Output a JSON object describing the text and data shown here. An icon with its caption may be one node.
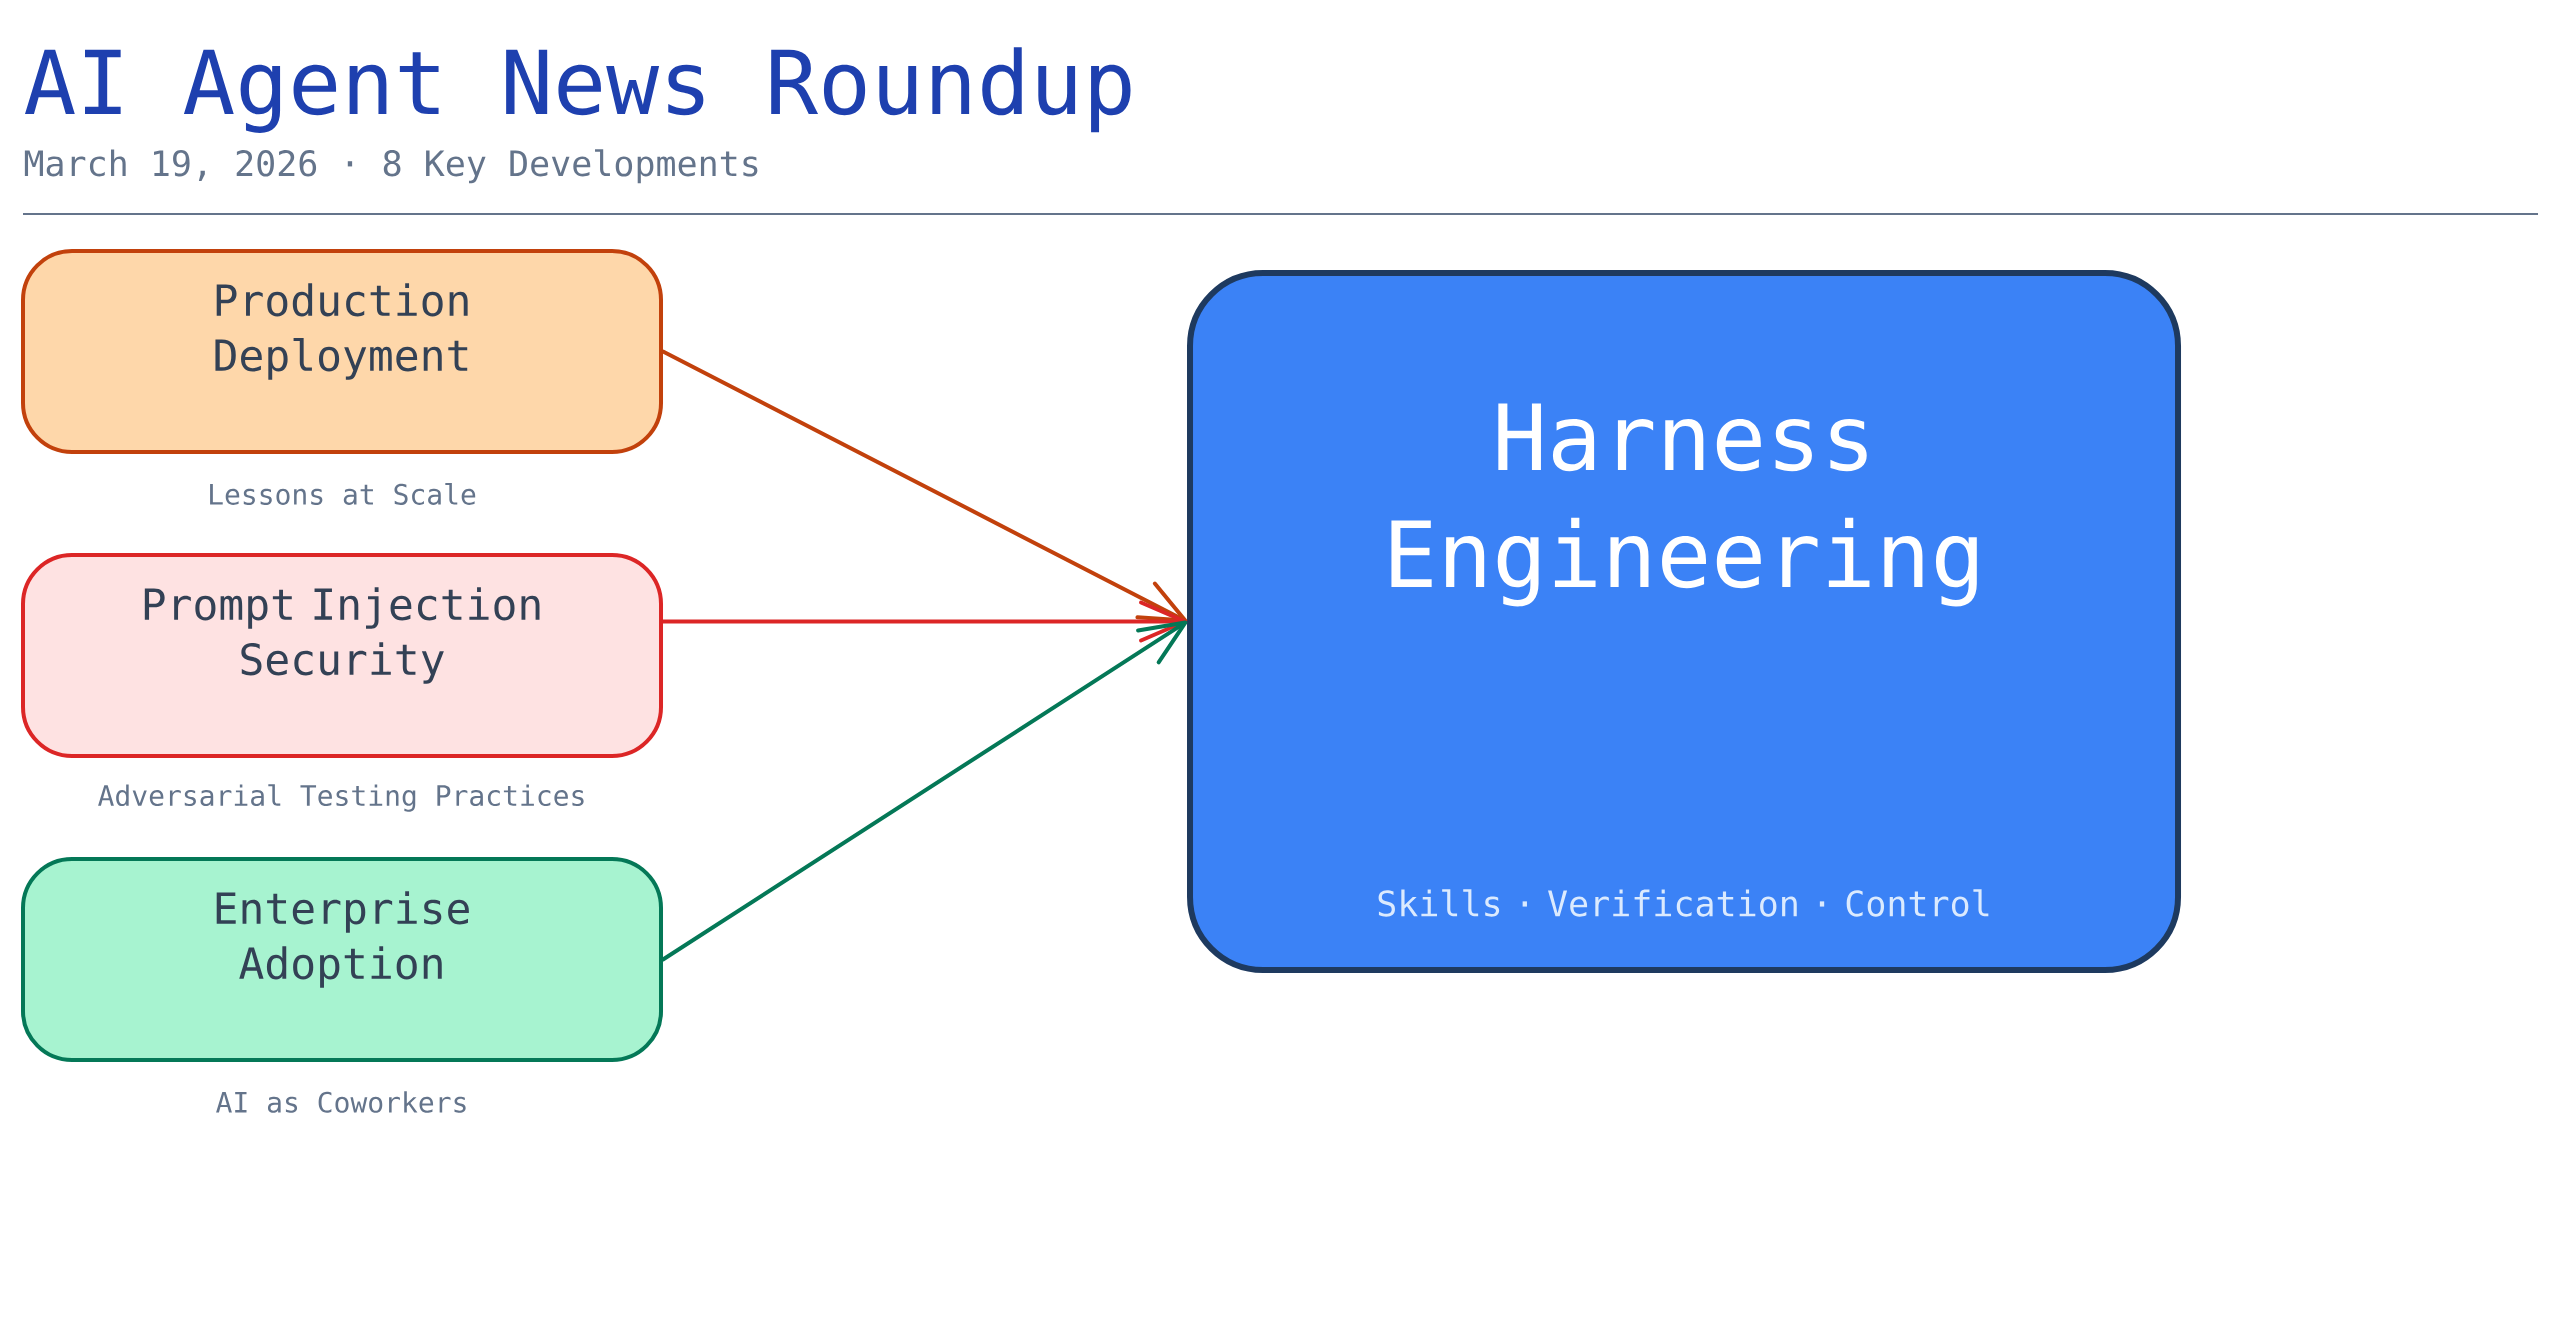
{
  "diagram": {
    "title": "AI Agent News Roundup",
    "nodes": [
      {
        "text": [
          "Production Deployment"
        ],
        "beside": [
          "Lessons at Scale"
        ]
      },
      {
        "text": [
          "Prompt Injection Security"
        ],
        "beside": [
          "Adversarial Testing Practices"
        ]
      },
      {
        "text": [
          "Enterprise Adoption"
        ],
        "beside": [
          "AI as Coworkers"
        ]
      },
      {
        "text": [
          "Harness Engineering",
          "Skills · Verification · Control"
        ]
      }
    ],
    "edges": [
      {
        "from": 0,
        "to": 3,
        "arrow": "to",
        "color": "#c2410c"
      },
      {
        "from": 1,
        "to": 3,
        "arrow": "to",
        "color": "#dc2626"
      },
      {
        "from": 2,
        "to": 3,
        "arrow": "to",
        "color": "#047857"
      }
    ],
    "labels": [
      "March 19, 2026 · 8 Key Developments"
    ]
  }
}
